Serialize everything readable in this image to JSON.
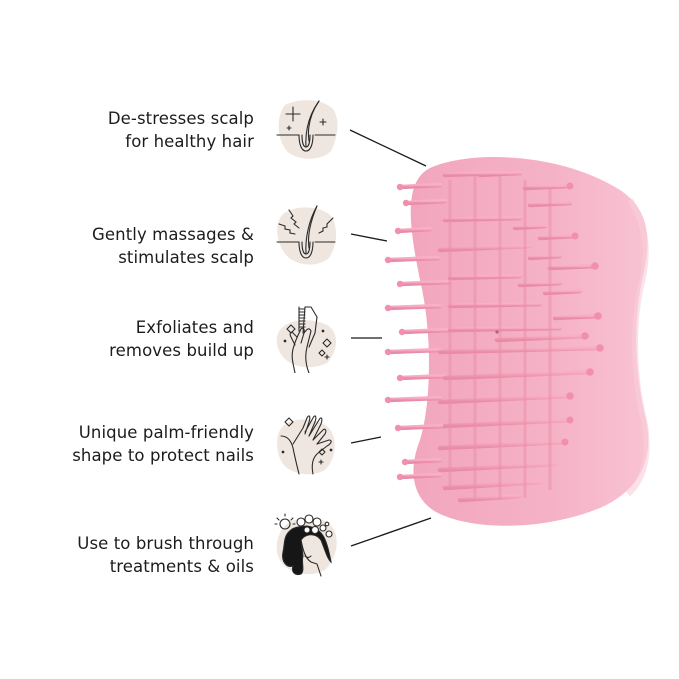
{
  "colors": {
    "background": "#ffffff",
    "text": "#1c1c1c",
    "icon_blob": "#efe7df",
    "icon_stroke": "#2a2a2a",
    "connector": "#1a1a1a",
    "product_pink": "#f6b3c7",
    "product_pink_light": "#f8c3d2",
    "product_pink_dark": "#ec8fab",
    "bristle_pink": "#f39ab5"
  },
  "features": [
    {
      "line1": "De-stresses scalp",
      "line2": "for healthy hair",
      "icon": "hair-follicle-sparkle-icon"
    },
    {
      "line1": "Gently massages &",
      "line2": "stimulates scalp",
      "icon": "hair-follicle-stimulation-icon"
    },
    {
      "line1": "Exfoliates and",
      "line2": "removes build up",
      "icon": "hand-holding-brush-icon"
    },
    {
      "line1": "Unique palm-friendly",
      "line2": "shape to protect nails",
      "icon": "hand-nails-icon"
    },
    {
      "line1": "Use to brush through",
      "line2": "treatments & oils",
      "icon": "woman-shampoo-foam-icon"
    }
  ],
  "product": {
    "name": "pink scalp massager brush"
  }
}
